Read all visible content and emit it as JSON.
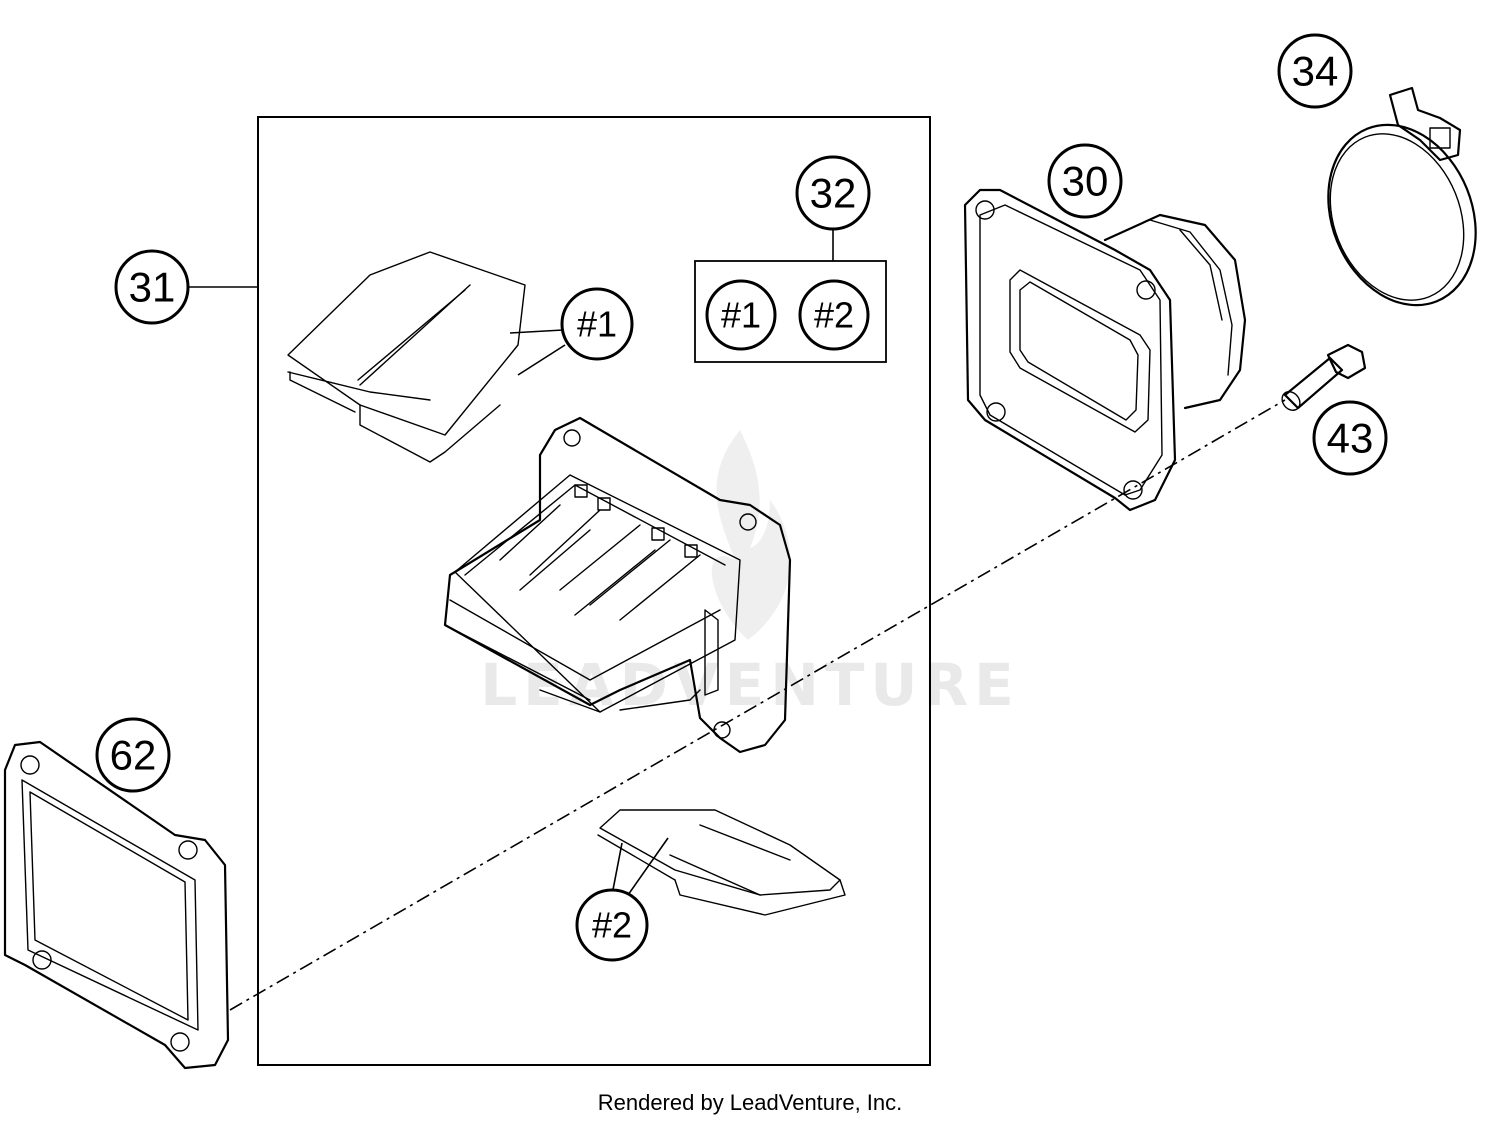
{
  "diagram": {
    "watermark": "LEADVENTURE",
    "credit": "Rendered by LeadVenture, Inc.",
    "callouts": {
      "c30": "30",
      "c31": "31",
      "c32": "32",
      "c34": "34",
      "c43": "43",
      "c62": "62",
      "r1_upper": "#1",
      "r1_kit": "#1",
      "r2_kit": "#2",
      "r2_lower": "#2"
    }
  }
}
